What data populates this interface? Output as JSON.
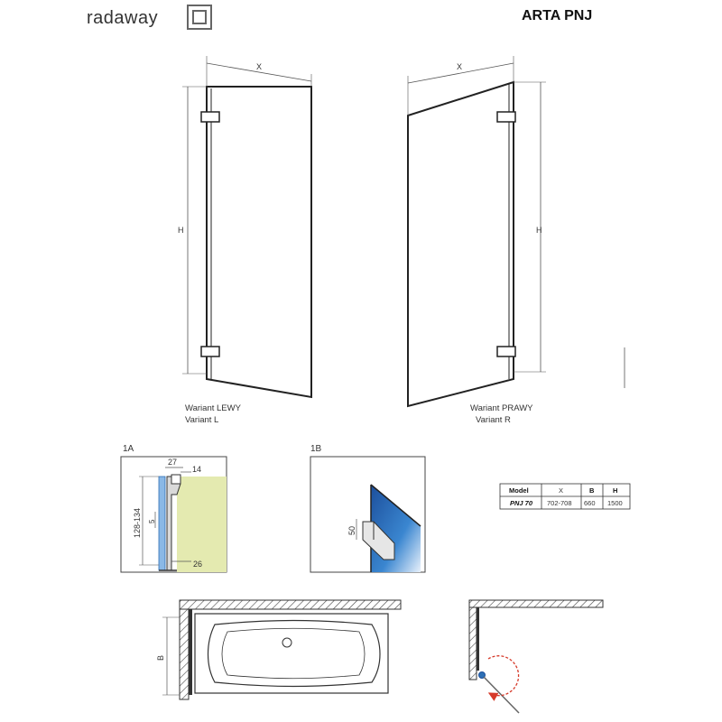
{
  "brand": {
    "logo_text": "radaway"
  },
  "product_title": "ARTA PNJ",
  "left_view": {
    "dim_width": "X",
    "dim_height": "H",
    "label_pl": "Wariant LEWY",
    "label_en": "Variant L"
  },
  "right_view": {
    "dim_width": "X",
    "dim_height": "H",
    "label_pl": "Wariant PRAWY",
    "label_en": "Variant R"
  },
  "detail_1a": {
    "title": "1A",
    "dims": [
      "27",
      "14",
      "128-134",
      "5",
      "26"
    ]
  },
  "detail_1b": {
    "title": "1B",
    "dims": [
      "50"
    ]
  },
  "spec_table": {
    "headers": [
      "Model",
      "X",
      "B",
      "H"
    ],
    "rows": [
      [
        "PNJ 70",
        "702-708",
        "660",
        "1500"
      ]
    ]
  },
  "plan_view": {
    "dim_depth": "B"
  },
  "colors": {
    "line": "#333333",
    "dim_line": "#555555",
    "accent_red": "#d63a2a",
    "glass_blue": "#2d6fb5",
    "wall_green": "#e4eab0",
    "hatch": "#444444"
  }
}
